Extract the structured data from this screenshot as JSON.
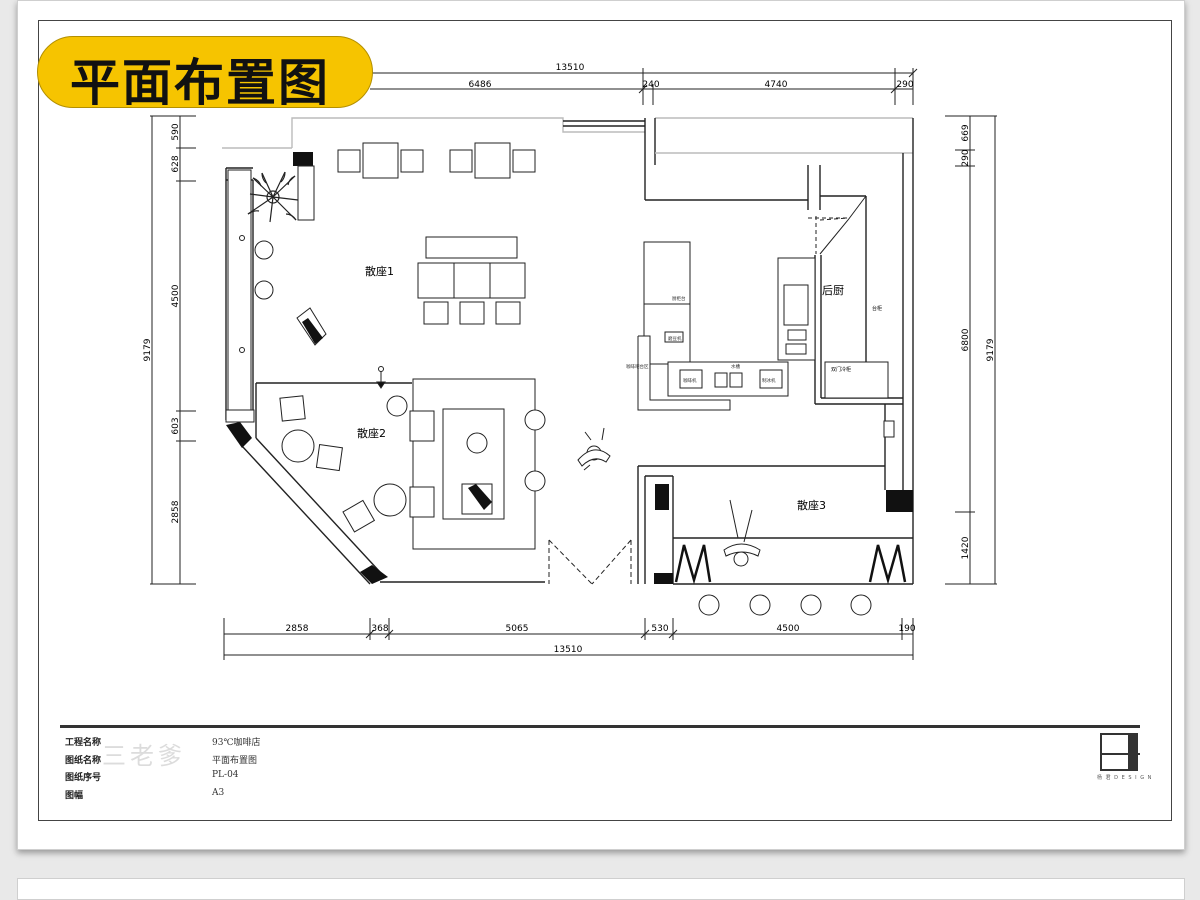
{
  "title": "平面布置图",
  "dimensions": {
    "top_total": "13510",
    "top_segments": [
      "6486",
      "240",
      "4740",
      "290"
    ],
    "bottom_segments": [
      "2858",
      "368",
      "5065",
      "530",
      "4500",
      "190"
    ],
    "bottom_total": "13510",
    "left_inner": [
      "590",
      "628",
      "4500",
      "603",
      "2858"
    ],
    "left_total": "9179",
    "right_inner": [
      "669",
      "290",
      "6800",
      "1420"
    ],
    "right_total": "9179"
  },
  "rooms": {
    "seat1": "散座1",
    "seat2": "散座2",
    "seat3": "散座3",
    "back_kitchen": "后厨"
  },
  "fixture_labels": {
    "cabinet": "厨柜台",
    "counter": "台柜",
    "coffee": "咖啡机",
    "double_door": "双门冷柜",
    "grinder": "磨豆机",
    "bar": "咖啡吧台区",
    "sink": "水槽",
    "ice": "制冰机"
  },
  "title_block": {
    "rows": [
      {
        "label": "工程名称",
        "value": "93℃咖啡店"
      },
      {
        "label": "图纸名称",
        "value": "平面布置图"
      },
      {
        "label": "图纸序号",
        "value": "PL-04"
      },
      {
        "label": "图幅",
        "value": "A3"
      }
    ],
    "watermark": "三老爹",
    "logo_caption": "杨 君 D E S I G N"
  },
  "colors": {
    "accent": "#f6c400",
    "line": "#222222"
  }
}
